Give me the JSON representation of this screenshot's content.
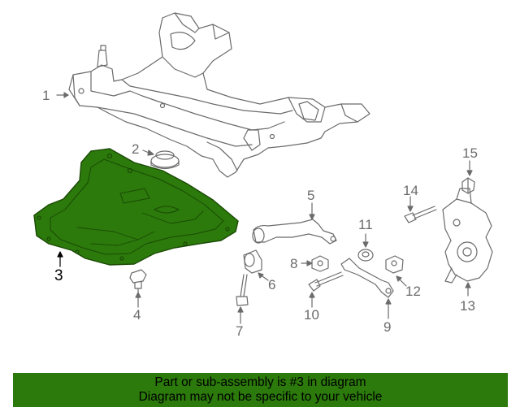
{
  "diagram": {
    "highlight_color": "#2b7a0b",
    "line_color": "#6b6b6b",
    "callouts": [
      {
        "id": "1",
        "label": "1"
      },
      {
        "id": "2",
        "label": "2"
      },
      {
        "id": "3",
        "label": "3"
      },
      {
        "id": "4",
        "label": "4"
      },
      {
        "id": "5",
        "label": "5"
      },
      {
        "id": "6",
        "label": "6"
      },
      {
        "id": "7",
        "label": "7"
      },
      {
        "id": "8",
        "label": "8"
      },
      {
        "id": "9",
        "label": "9"
      },
      {
        "id": "10",
        "label": "10"
      },
      {
        "id": "11",
        "label": "11"
      },
      {
        "id": "12",
        "label": "12"
      },
      {
        "id": "13",
        "label": "13"
      },
      {
        "id": "14",
        "label": "14"
      },
      {
        "id": "15",
        "label": "15"
      }
    ]
  },
  "footer": {
    "line1": "Part or sub-assembly is #3 in diagram",
    "line2": "Diagram may not be specific to your vehicle",
    "background": "#2b7a0b"
  }
}
